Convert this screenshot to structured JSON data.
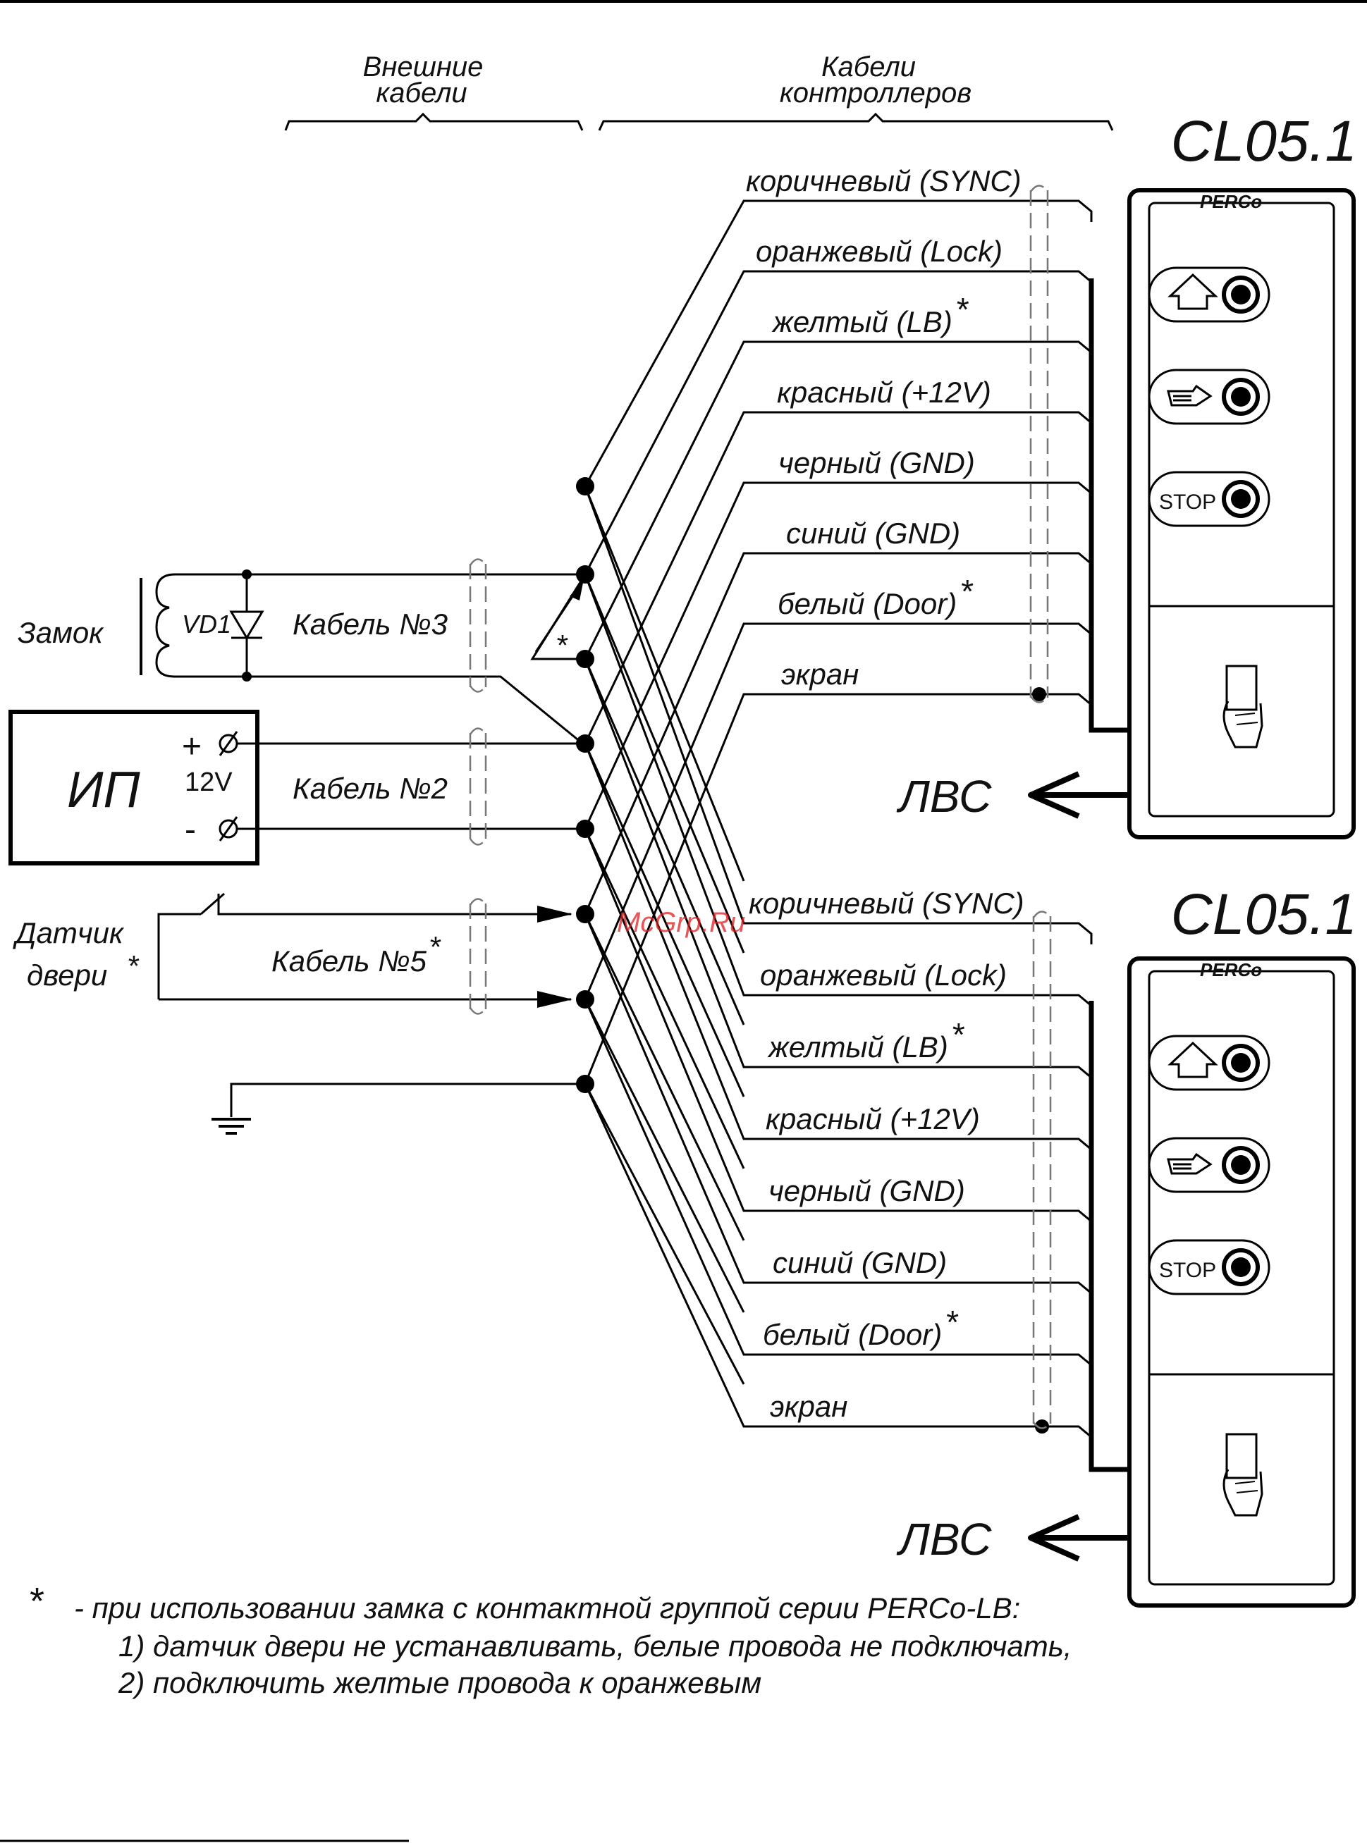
{
  "header": {
    "external": [
      "Внешние",
      "кабели"
    ],
    "controllers": [
      "Кабели",
      "контроллеров"
    ]
  },
  "devices": {
    "top_title": "CL05.1",
    "bottom_title": "CL05.1",
    "brand": "PERCo",
    "stop_label": "STOP",
    "lan_top": "ЛВС",
    "lan_bottom": "ЛВС"
  },
  "wires_top": [
    {
      "label": "коричневый (SYNC)",
      "star": ""
    },
    {
      "label": "оранжевый (Lock)",
      "star": ""
    },
    {
      "label": "желтый (LB)",
      "star": "*"
    },
    {
      "label": "красный (+12V)",
      "star": ""
    },
    {
      "label": "черный (GND)",
      "star": ""
    },
    {
      "label": "синий (GND)",
      "star": ""
    },
    {
      "label": "белый (Door)",
      "star": "*"
    },
    {
      "label": "экран",
      "star": ""
    }
  ],
  "wires_bottom": [
    {
      "label": "коричневый (SYNC)",
      "star": ""
    },
    {
      "label": "оранжевый (Lock)",
      "star": ""
    },
    {
      "label": "желтый (LB)",
      "star": "*"
    },
    {
      "label": "красный (+12V)",
      "star": ""
    },
    {
      "label": "черный (GND)",
      "star": ""
    },
    {
      "label": "синий (GND)",
      "star": ""
    },
    {
      "label": "белый (Door)",
      "star": "*"
    },
    {
      "label": "экран",
      "star": ""
    }
  ],
  "left": {
    "lock": "Замок",
    "diode": "VD1",
    "cable3": "Кабель №3",
    "psu": "ИП",
    "plus": "+",
    "minus": "-",
    "voltage": "12V",
    "cable2": "Кабель №2",
    "sensor": [
      "Датчик",
      "двери"
    ],
    "sensor_star": "*",
    "cable5": "Кабель №5",
    "cable5_star": "*",
    "relay_star": "*"
  },
  "footnote": {
    "star": "*",
    "line1": "- при использовании замка с контактной группой серии PERCo-LB:",
    "line2": "1) датчик двери не устанавливать, белые провода не подключать,",
    "line3": "2) подключить желтые провода к оранжевым"
  },
  "watermark": "McGrp.Ru"
}
